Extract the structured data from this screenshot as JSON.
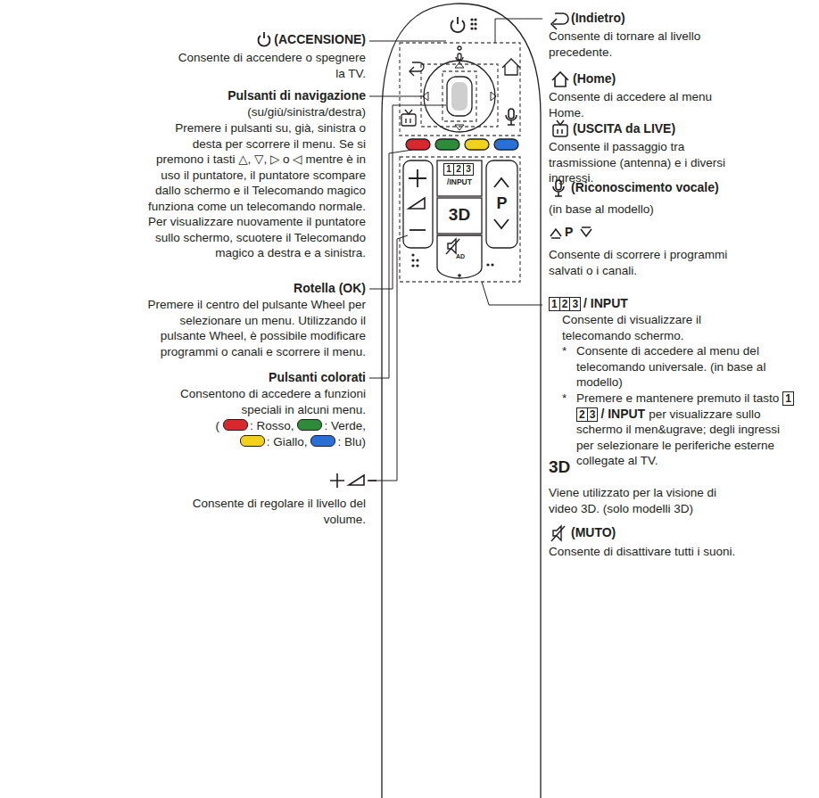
{
  "diagram": {
    "labels": [
      "(ACCENSIONE)",
      "Consente di accendere o spegnere la TV.",
      "Pulsanti di navigazione",
      "(su/giù/sinistra/destra)",
      "Premere i pulsanti su, già, sinistra o desta per scorrere il menu. Se si premono i tasti △, ▽, ▷ o ◁ mentre è in uso il puntatore, il puntatore scompare dallo schermo e il Telecomando magico funziona come un telecomando normale. Per visualizzare nuovamente il puntatore sullo schermo, scuotere il Telecomando magico a destra e a sinistra.",
      "Rotella (OK)",
      "Premere il centro del pulsante Wheel per selezionare un menu. Utilizzando il pulsante Wheel, è possibile modificare programmi o canali e scorrere il menu.",
      "Pulsanti colorati",
      "Consentono di accedere a funzioni speciali in alcuni menu.",
      "(",
      "Consente di regolare il livello del volume.",
      "(Indietro)",
      "Consente di tornare al livello precedente.",
      "(Home)",
      "Consente di accedere al menu Home.",
      "(USCITA da LIVE)",
      "Consente il passaggio tra trasmissione (antenna) e i diversi ingressi.",
      "(Riconoscimento vocale)",
      "(in base al modello)",
      "P",
      "Consente di scorrere i programmi salvati o i canali.",
      "1",
      "2",
      "3",
      "/ INPUT",
      "Consente di visualizzare il telecomando schermo.",
      "*",
      "Consente di accedere al menu del telecomando universale. (in base al modello)",
      "*",
      "Premere e mantenere premuto il tasto",
      "1",
      "2",
      "3",
      "/ INPUT",
      "per visualizzare sullo schermo il men&ugrave; degli ingressi per selezionare le periferiche esterne collegate al TV.",
      "3D",
      "Viene utilizzato per la visione di video 3D. (solo modelli 3D)",
      "(MUTO)",
      "Consente di disattivare tutti i suoni.",
      "1",
      "2",
      "3",
      "/INPUT",
      "P",
      "3D",
      "AD"
    ],
    "legend": [
      {
        "text": ": Rosso,",
        "color": "#d9272e"
      },
      {
        "text": ": Verde,",
        "color": "#2e8b3a"
      },
      {
        "text": ": Giallo,",
        "color": "#f3d01c"
      },
      {
        "text": ": Blu)",
        "color": "#2a6fd6"
      }
    ]
  }
}
